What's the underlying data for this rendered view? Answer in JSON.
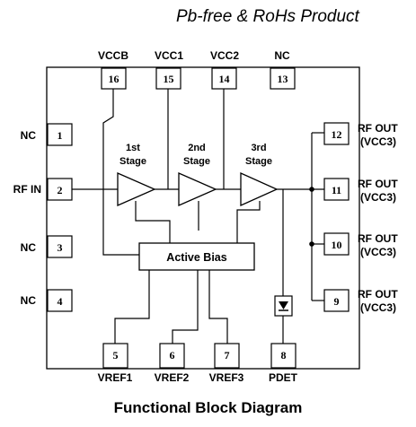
{
  "header": {
    "text": "Pb-free & RoHs Product"
  },
  "caption": {
    "text": "Functional Block Diagram"
  },
  "pins": {
    "p1": {
      "num": "1",
      "label": "NC"
    },
    "p2": {
      "num": "2",
      "label": "RF IN"
    },
    "p3": {
      "num": "3",
      "label": "NC"
    },
    "p4": {
      "num": "4",
      "label": "NC"
    },
    "p5": {
      "num": "5",
      "label": "VREF1"
    },
    "p6": {
      "num": "6",
      "label": "VREF2"
    },
    "p7": {
      "num": "7",
      "label": "VREF3"
    },
    "p8": {
      "num": "8",
      "label": "PDET"
    },
    "p9": {
      "num": "9",
      "label": "RF OUT",
      "label2": "(VCC3)"
    },
    "p10": {
      "num": "10",
      "label": "RF OUT",
      "label2": "(VCC3)"
    },
    "p11": {
      "num": "11",
      "label": "RF OUT",
      "label2": "(VCC3)"
    },
    "p12": {
      "num": "12",
      "label": "RF OUT",
      "label2": "(VCC3)"
    },
    "p13": {
      "num": "13",
      "label": "NC"
    },
    "p14": {
      "num": "14",
      "label": "VCC2"
    },
    "p15": {
      "num": "15",
      "label": "VCC1"
    },
    "p16": {
      "num": "16",
      "label": "VCCB"
    }
  },
  "stages": {
    "s1": {
      "line1": "1st",
      "line2": "Stage"
    },
    "s2": {
      "line1": "2nd",
      "line2": "Stage"
    },
    "s3": {
      "line1": "3rd",
      "line2": "Stage"
    }
  },
  "bias": {
    "label": "Active Bias"
  }
}
